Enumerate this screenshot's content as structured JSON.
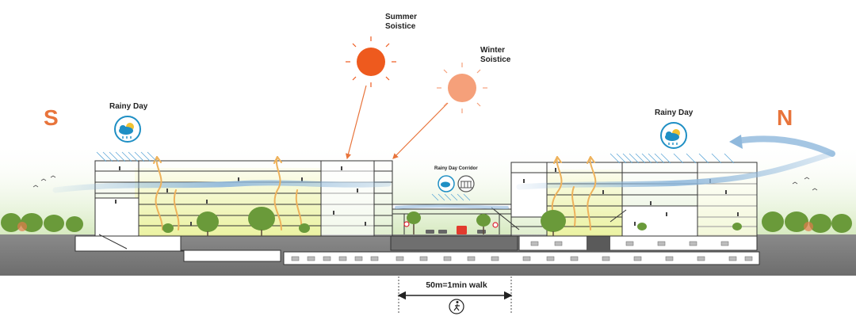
{
  "labels": {
    "summer": "Summer\nSoistice",
    "winter": "Winter\nSoistice",
    "rainy_left": "Rainy Day",
    "rainy_right": "Rainy Day",
    "corridor": "Rainy Day  Corridor",
    "south": "S",
    "north": "N",
    "scale": "50m=1min walk"
  },
  "icons": [
    "summer-sun-icon",
    "winter-sun-icon",
    "rain-cloud-icon",
    "corridor-shelter-icon",
    "pedestrian-icon",
    "no-entry-sign-icon",
    "bus-icon",
    "car-icon",
    "tree-icon",
    "bird-icon"
  ],
  "colors": {
    "summer_sun": "#ee5a1e",
    "winter_sun": "#f5a07a",
    "direction": "#e8743b",
    "rain_icon": "#1f8fc4",
    "airflow": "#8fb8dc",
    "heat_flow": "#eeb25b",
    "vegetation": "#6a9a3a",
    "ground": "#7d7d7d"
  }
}
